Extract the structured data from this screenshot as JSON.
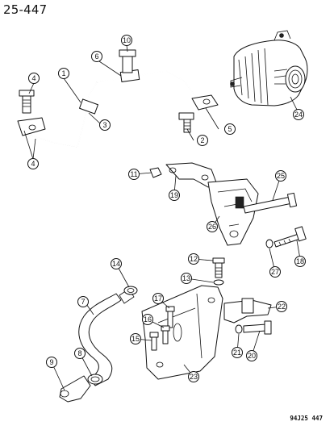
{
  "page_number": "25-447",
  "figure_code": "94J25 447",
  "callouts": [
    "1",
    "2",
    "3",
    "4",
    "4",
    "5",
    "6",
    "7",
    "8",
    "9",
    "10",
    "11",
    "12",
    "13",
    "14",
    "15",
    "16",
    "17",
    "18",
    "19",
    "20",
    "21",
    "22",
    "23",
    "24",
    "25",
    "26",
    "27"
  ]
}
